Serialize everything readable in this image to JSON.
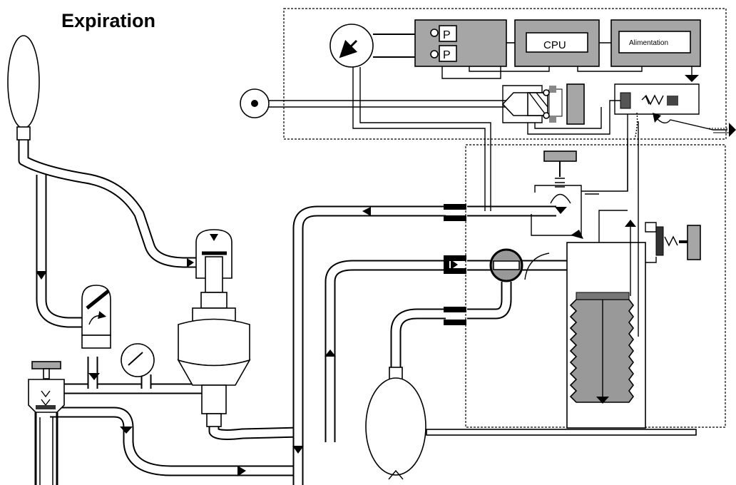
{
  "diagram": {
    "title": "Expiration",
    "labels": {
      "pressure_sensor_1": "P",
      "pressure_sensor_2": "P",
      "cpu": "CPU",
      "power_supply": "Alimentation"
    }
  }
}
